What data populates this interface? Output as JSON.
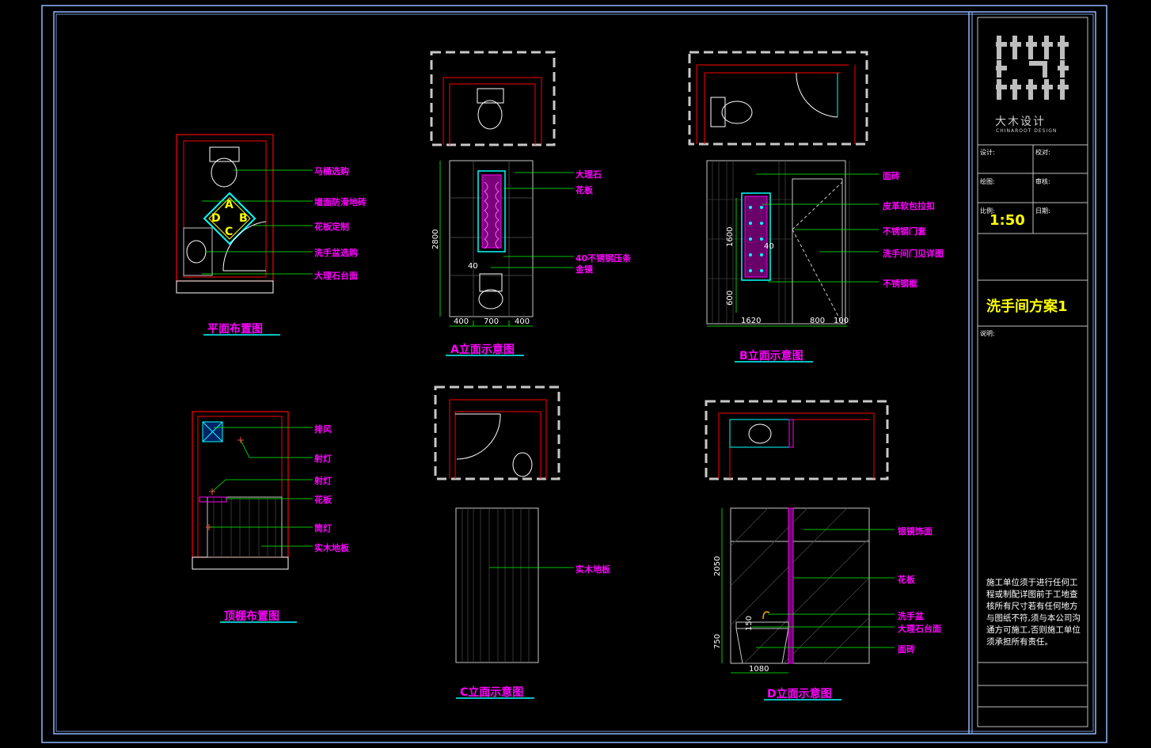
{
  "drawing": {
    "views": {
      "plan": "平面布置图",
      "elev_a": "A立面示意图",
      "elev_b": "B立面示意图",
      "ceiling": "顶棚布置图",
      "elev_c": "C立面示意图",
      "elev_d": "D立面示意图"
    },
    "plan_labels": [
      "马桶选购",
      "墙面防滑地砖",
      "花板定制",
      "洗手盆选购",
      "大理石台面"
    ],
    "plan_letters": [
      "A",
      "B",
      "C",
      "D"
    ],
    "elev_a_labels": [
      "大理石",
      "花板",
      "40不锈钢压条",
      "金镜"
    ],
    "elev_a_dims": {
      "height": "2800",
      "w1": "400",
      "w2": "700",
      "w3": "400",
      "small": "40"
    },
    "elev_b_labels": [
      "面砖",
      "皮革软包拉扣",
      "不锈钢门套",
      "洗手间门见详图",
      "不锈钢框"
    ],
    "elev_b_dims": {
      "h1": "1600",
      "h2": "600",
      "w1": "1620",
      "w2": "800",
      "w3": "100",
      "small": "40"
    },
    "ceiling_labels": [
      "排风",
      "射灯",
      "射灯",
      "花板",
      "筒灯",
      "实木地板"
    ],
    "elev_c_labels": [
      "实木地板"
    ],
    "elev_d_labels": [
      "银镜饰面",
      "花板",
      "洗手盆",
      "大理石台面",
      "面砖"
    ],
    "elev_d_dims": {
      "h1": "2050",
      "h2": "750",
      "w1": "1080",
      "small": "150"
    }
  },
  "title_block": {
    "logo_text": "大木设计",
    "logo_sub": "CHINAROOT DESIGN",
    "design_label": "设计:",
    "check_label": "校对:",
    "draw_label": "绘图:",
    "review_label": "审核:",
    "scale_label": "比例:",
    "date_label": "日期:",
    "scale_value": "1:50",
    "project_title": "洗手间方案1",
    "remark_label": "说明:",
    "note": "施工单位须于进行任何工程或制配详图前于工地查核所有尺寸若有任何地方与图纸不符,须与本公司沟通方可施工,否则施工单位须承担所有责任。"
  },
  "colors": {
    "background": "#000000",
    "frame": "#7fb2ff",
    "annotation": "#ff00ff",
    "leader": "#00ff00",
    "wall": "#ff0000",
    "fixture": "#00ffff",
    "dimension": "#ffffff",
    "view_frame": "#c8c8c8"
  }
}
